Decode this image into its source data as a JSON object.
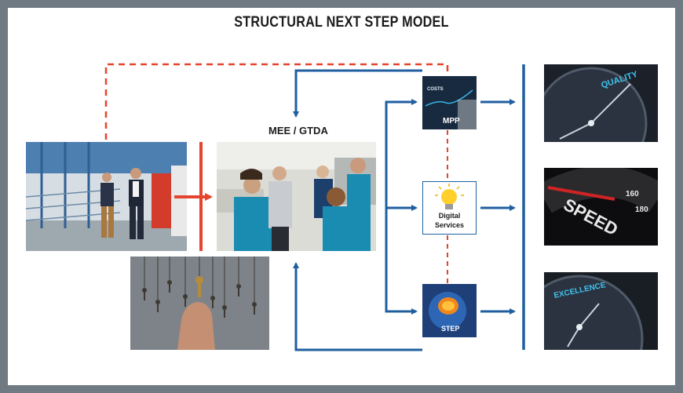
{
  "title": "STRUCTURAL NEXT STEP MODEL",
  "center_label": "MEE / GTDA",
  "nodes": {
    "mpp": {
      "label": "MPP",
      "sublabel": "COSTS"
    },
    "digital": {
      "label_line1": "Digital",
      "label_line2": "Services"
    },
    "step": {
      "label": "STEP"
    }
  },
  "outcomes": {
    "quality": "QUALITY",
    "speed": "SPEED",
    "excellence": "EXCELLENCE",
    "gauge_160": "160",
    "gauge_180": "180"
  },
  "colors": {
    "flow_blue": "#1f5fa0",
    "accent_red": "#e5452e",
    "frame_gray": "#6f7a83"
  }
}
